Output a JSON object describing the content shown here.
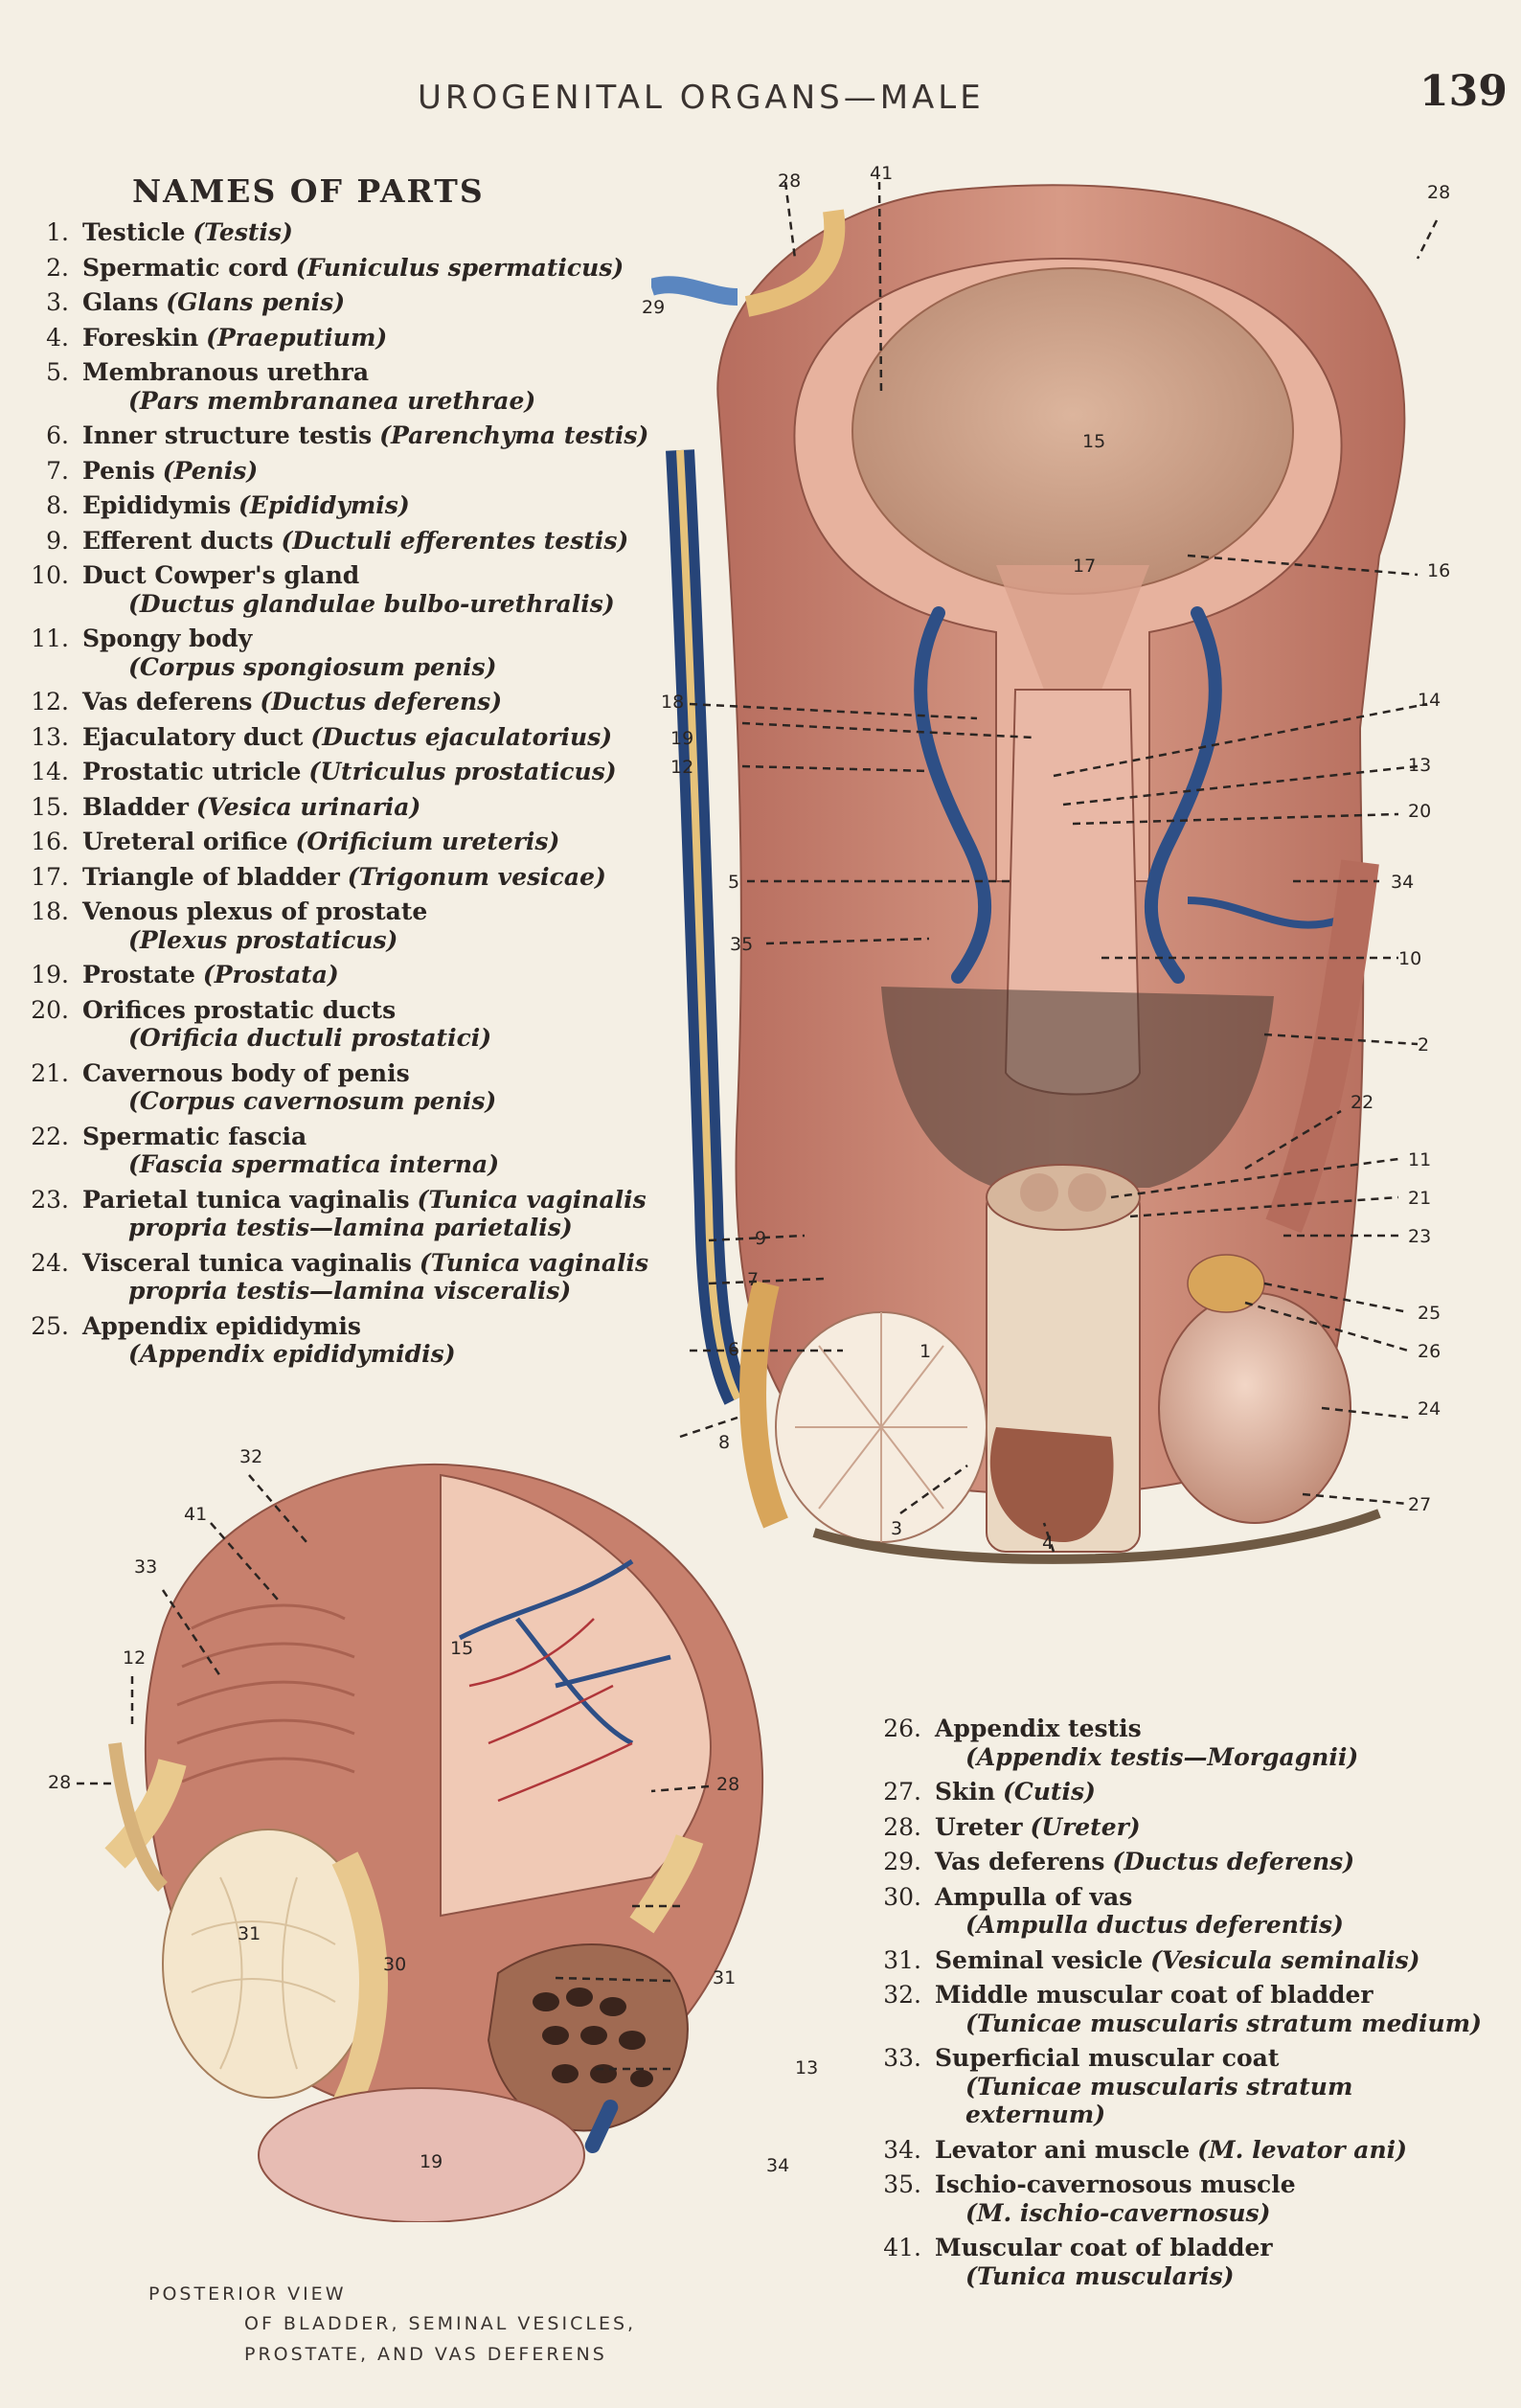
{
  "header": {
    "running_head": "UROGENITAL ORGANS—MALE",
    "page_number": "139"
  },
  "legend_heading": "NAMES OF PARTS",
  "legend_left": [
    {
      "num": "1.",
      "name": "Testicle",
      "latin": "(Testis)",
      "sub": ""
    },
    {
      "num": "2.",
      "name": "Spermatic cord",
      "latin": "(Funiculus spermaticus)",
      "sub": ""
    },
    {
      "num": "3.",
      "name": "Glans",
      "latin": "(Glans penis)",
      "sub": ""
    },
    {
      "num": "4.",
      "name": "Foreskin",
      "latin": "(Praeputium)",
      "sub": ""
    },
    {
      "num": "5.",
      "name": "Membranous urethra",
      "latin": "",
      "sub": "(Pars membrananea urethrae)"
    },
    {
      "num": "6.",
      "name": "Inner structure testis",
      "latin": "(Parenchyma testis)",
      "sub": ""
    },
    {
      "num": "7.",
      "name": "Penis",
      "latin": "(Penis)",
      "sub": ""
    },
    {
      "num": "8.",
      "name": "Epididymis",
      "latin": "(Epididymis)",
      "sub": ""
    },
    {
      "num": "9.",
      "name": "Efferent ducts",
      "latin": "(Ductuli efferentes testis)",
      "sub": ""
    },
    {
      "num": "10.",
      "name": "Duct Cowper's gland",
      "latin": "",
      "sub": "(Ductus glandulae bulbo-urethralis)"
    },
    {
      "num": "11.",
      "name": "Spongy body",
      "latin": "",
      "sub": "(Corpus spongiosum penis)"
    },
    {
      "num": "12.",
      "name": "Vas deferens",
      "latin": "(Ductus deferens)",
      "sub": ""
    },
    {
      "num": "13.",
      "name": "Ejaculatory duct",
      "latin": "(Ductus ejaculatorius)",
      "sub": ""
    },
    {
      "num": "14.",
      "name": "Prostatic utricle",
      "latin": "(Utriculus prostaticus)",
      "sub": ""
    },
    {
      "num": "15.",
      "name": "Bladder",
      "latin": "(Vesica urinaria)",
      "sub": ""
    },
    {
      "num": "16.",
      "name": "Ureteral orifice",
      "latin": "(Orificium ureteris)",
      "sub": ""
    },
    {
      "num": "17.",
      "name": "Triangle of bladder",
      "latin": "(Trigonum vesicae)",
      "sub": ""
    },
    {
      "num": "18.",
      "name": "Venous plexus of prostate",
      "latin": "",
      "sub": "(Plexus prostaticus)"
    },
    {
      "num": "19.",
      "name": "Prostate",
      "latin": "(Prostata)",
      "sub": ""
    },
    {
      "num": "20.",
      "name": "Orifices prostatic ducts",
      "latin": "",
      "sub": "(Orificia ductuli prostatici)"
    },
    {
      "num": "21.",
      "name": "Cavernous body of penis",
      "latin": "",
      "sub": "(Corpus cavernosum penis)"
    },
    {
      "num": "22.",
      "name": "Spermatic fascia",
      "latin": "",
      "sub": "(Fascia spermatica interna)"
    },
    {
      "num": "23.",
      "name": "Parietal tunica vaginalis",
      "latin": "(Tunica vaginalis",
      "sub": "propria testis—lamina parietalis)"
    },
    {
      "num": "24.",
      "name": "Visceral tunica vaginalis",
      "latin": "(Tunica vaginalis",
      "sub": "propria testis—lamina visceralis)"
    },
    {
      "num": "25.",
      "name": "Appendix epididymis",
      "latin": "",
      "sub": "(Appendix epididymidis)"
    }
  ],
  "legend_right": [
    {
      "num": "26.",
      "name": "Appendix testis",
      "latin": "",
      "sub": "(Appendix testis—Morgagnii)"
    },
    {
      "num": "27.",
      "name": "Skin",
      "latin": "(Cutis)",
      "sub": ""
    },
    {
      "num": "28.",
      "name": "Ureter",
      "latin": "(Ureter)",
      "sub": ""
    },
    {
      "num": "29.",
      "name": "Vas deferens",
      "latin": "(Ductus deferens)",
      "sub": ""
    },
    {
      "num": "30.",
      "name": "Ampulla of vas",
      "latin": "",
      "sub": "(Ampulla ductus deferentis)"
    },
    {
      "num": "31.",
      "name": "Seminal vesicle",
      "latin": "(Vesicula seminalis)",
      "sub": ""
    },
    {
      "num": "32.",
      "name": "Middle muscular coat of bladder",
      "latin": "",
      "sub": "(Tunicae muscularis stratum medium)"
    },
    {
      "num": "33.",
      "name": "Superficial muscular coat",
      "latin": "",
      "sub": "(Tunicae muscularis stratum externum)"
    },
    {
      "num": "34.",
      "name": "Levator ani muscle",
      "latin": "(M. levator ani)",
      "sub": ""
    },
    {
      "num": "35.",
      "name": "Ischio-cavernosous muscle",
      "latin": "",
      "sub": "(M. ischio-cavernosus)"
    },
    {
      "num": "41.",
      "name": "Muscular coat of bladder",
      "latin": "",
      "sub": "(Tunica muscularis)"
    }
  ],
  "main_figure_callouts": [
    "28",
    "41",
    "28",
    "29",
    "15",
    "17",
    "16",
    "18",
    "14",
    "19",
    "13",
    "12",
    "20",
    "5",
    "34",
    "35",
    "10",
    "2",
    "22",
    "11",
    "21",
    "9",
    "23",
    "7",
    "25",
    "6",
    "26",
    "8",
    "24",
    "27",
    "3",
    "4",
    "1"
  ],
  "posterior_figure_callouts": [
    "32",
    "41",
    "33",
    "12",
    "15",
    "28",
    "28",
    "31",
    "30",
    "31",
    "13",
    "19",
    "34"
  ],
  "caption": {
    "line1": "POSTERIOR VIEW",
    "line2": "OF BLADDER, SEMINAL VESICLES,",
    "line3": "PROSTATE, AND VAS DEFERENS"
  },
  "colors": {
    "paper": "#f4efe4",
    "muscle": "#c9806e",
    "tissue_pink": "#e8b7a3",
    "vein_blue": "#2e4f86",
    "fat_yellow": "#e6c27a",
    "ink": "#2b2522"
  }
}
